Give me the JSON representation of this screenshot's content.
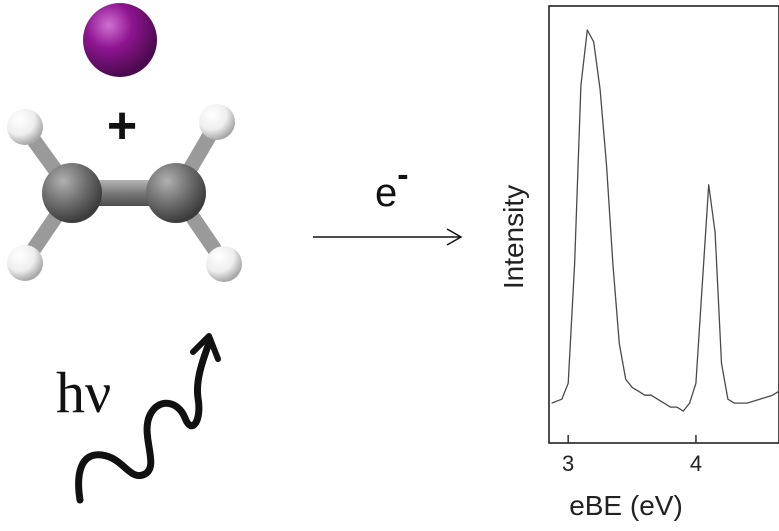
{
  "scheme": {
    "plus_sign": "+",
    "electron_label": "e",
    "electron_charge": "-",
    "photon_label": "hν"
  },
  "chart_data": {
    "type": "line",
    "title": "",
    "xlabel": "eBE (eV)",
    "ylabel": "Intensity",
    "xlim": [
      2.85,
      4.65
    ],
    "ylim": [
      0,
      1
    ],
    "x_ticks": [
      "3",
      "4"
    ],
    "y_ticks_shown": false,
    "grid": false,
    "legend": "none",
    "line_color": "#4a4a4a",
    "series": [
      {
        "x": [
          2.87,
          2.95,
          3.0,
          3.05,
          3.1,
          3.15,
          3.2,
          3.25,
          3.3,
          3.35,
          3.4,
          3.45,
          3.5,
          3.55,
          3.6,
          3.65,
          3.7,
          3.75,
          3.8,
          3.85,
          3.9,
          3.95,
          4.0,
          4.05,
          4.1,
          4.15,
          4.2,
          4.25,
          4.3,
          4.35,
          4.4,
          4.5,
          4.6,
          4.65
        ],
        "y": [
          0.05,
          0.06,
          0.1,
          0.4,
          0.85,
          0.99,
          0.96,
          0.84,
          0.65,
          0.4,
          0.2,
          0.11,
          0.09,
          0.08,
          0.07,
          0.07,
          0.06,
          0.05,
          0.04,
          0.04,
          0.03,
          0.05,
          0.1,
          0.35,
          0.6,
          0.48,
          0.15,
          0.06,
          0.05,
          0.05,
          0.05,
          0.06,
          0.07,
          0.08
        ]
      }
    ]
  },
  "colors": {
    "iodine": "#8e1591",
    "carbon": "#6e6e6e",
    "hydrogen": "#eeeeee",
    "bond": "#8a8a8a",
    "ink": "#111111"
  },
  "icons": {
    "iodine_atom": "iodine-atom-icon",
    "ethylene_molecule": "ethylene-molecule-icon",
    "photon_wave": "photon-wave-icon",
    "reaction_arrow": "reaction-arrow-icon"
  }
}
